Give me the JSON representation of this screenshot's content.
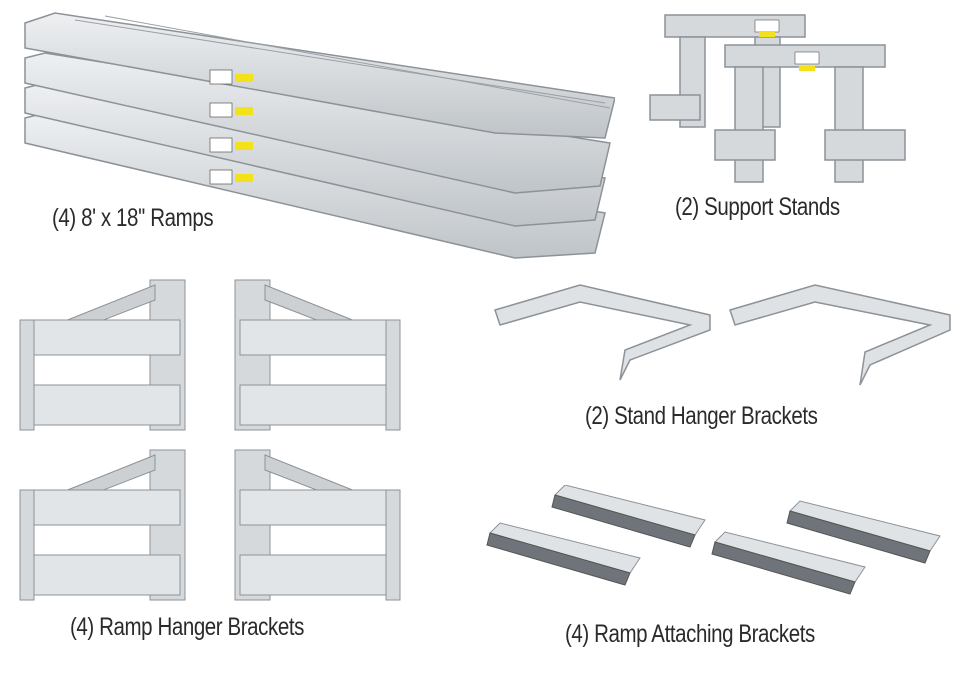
{
  "items": [
    {
      "label": "(4) 8' x 18'' Ramps",
      "quantity": 4
    },
    {
      "label": "(2) Support Stands",
      "quantity": 2
    },
    {
      "label": "(2) Stand Hanger Brackets",
      "quantity": 2
    },
    {
      "label": "(4) Ramp Hanger Brackets",
      "quantity": 4
    },
    {
      "label": "(4) Ramp Attaching Brackets",
      "quantity": 4
    }
  ],
  "colors": {
    "metal": "#d6d9dc",
    "metal_dark": "#9aa0a5",
    "text": "#2a2a2a"
  }
}
